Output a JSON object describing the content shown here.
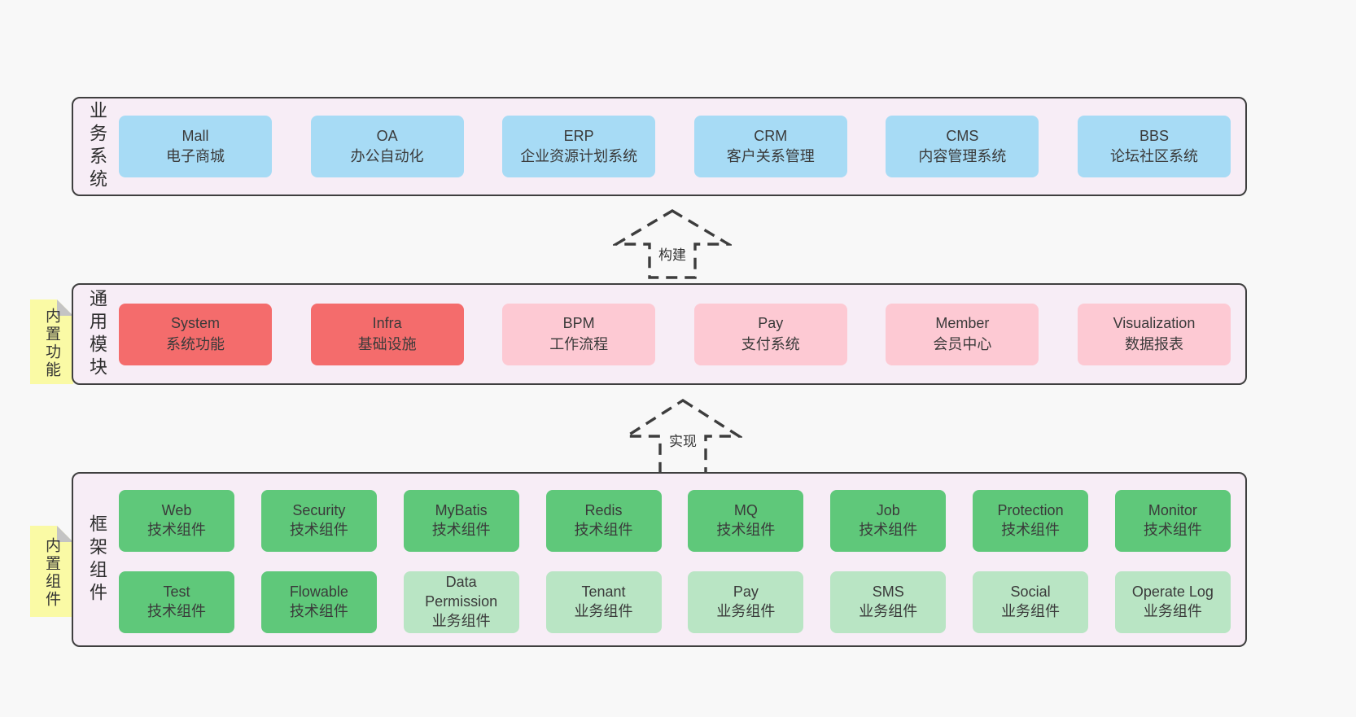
{
  "palette": {
    "page_bg": "#f8f8f8",
    "section_bg": "#f7edf6",
    "section_border": "#3f3f3f",
    "business_box": "#a7dbf5",
    "core_module_box": "#f46c6c",
    "optional_module_box": "#fdc9d3",
    "tech_component_box": "#5fc87a",
    "biz_component_box": "#b9e5c4",
    "note_bg": "#fafaa5",
    "note_fold": "#c4c4c4",
    "text": "#333333"
  },
  "sections": [
    {
      "id": "business",
      "label": "业务系统",
      "boxes": [
        {
          "name": "Mall",
          "desc": "电子商城",
          "type": "blue"
        },
        {
          "name": "OA",
          "desc": "办公自动化",
          "type": "blue"
        },
        {
          "name": "ERP",
          "desc": "企业资源计划系统",
          "type": "blue"
        },
        {
          "name": "CRM",
          "desc": "客户关系管理",
          "type": "blue"
        },
        {
          "name": "CMS",
          "desc": "内容管理系统",
          "type": "blue"
        },
        {
          "name": "BBS",
          "desc": "论坛社区系统",
          "type": "blue"
        }
      ]
    },
    {
      "id": "modules",
      "label": "通用模块",
      "note": "内置功能",
      "boxes": [
        {
          "name": "System",
          "desc": "系统功能",
          "type": "red"
        },
        {
          "name": "Infra",
          "desc": "基础设施",
          "type": "red"
        },
        {
          "name": "BPM",
          "desc": "工作流程",
          "type": "pink"
        },
        {
          "name": "Pay",
          "desc": "支付系统",
          "type": "pink"
        },
        {
          "name": "Member",
          "desc": "会员中心",
          "type": "pink"
        },
        {
          "name": "Visualization",
          "desc": "数据报表",
          "type": "pink"
        }
      ]
    },
    {
      "id": "framework",
      "label": "框架组件",
      "note": "内置组件",
      "rows": [
        [
          {
            "name": "Web",
            "desc": "技术组件",
            "type": "green"
          },
          {
            "name": "Security",
            "desc": "技术组件",
            "type": "green"
          },
          {
            "name": "MyBatis",
            "desc": "技术组件",
            "type": "green"
          },
          {
            "name": "Redis",
            "desc": "技术组件",
            "type": "green"
          },
          {
            "name": "MQ",
            "desc": "技术组件",
            "type": "green"
          },
          {
            "name": "Job",
            "desc": "技术组件",
            "type": "green"
          },
          {
            "name": "Protection",
            "desc": "技术组件",
            "type": "green"
          },
          {
            "name": "Monitor",
            "desc": "技术组件",
            "type": "green"
          }
        ],
        [
          {
            "name": "Test",
            "desc": "技术组件",
            "type": "green"
          },
          {
            "name": "Flowable",
            "desc": "技术组件",
            "type": "green"
          },
          {
            "name": "Data Permission",
            "desc": "业务组件",
            "type": "green-light"
          },
          {
            "name": "Tenant",
            "desc": "业务组件",
            "type": "green-light"
          },
          {
            "name": "Pay",
            "desc": "业务组件",
            "type": "green-light"
          },
          {
            "name": "SMS",
            "desc": "业务组件",
            "type": "green-light"
          },
          {
            "name": "Social",
            "desc": "业务组件",
            "type": "green-light"
          },
          {
            "name": "Operate Log",
            "desc": "业务组件",
            "type": "green-light"
          }
        ]
      ]
    }
  ],
  "arrows": [
    {
      "id": "build",
      "label": "构建"
    },
    {
      "id": "implement",
      "label": "实现"
    }
  ]
}
